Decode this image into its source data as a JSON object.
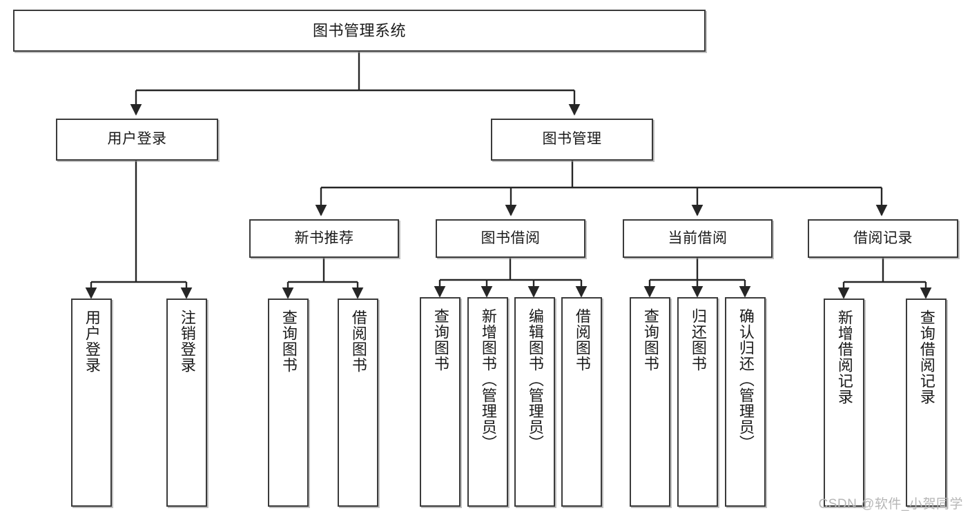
{
  "diagram": {
    "title": "图书管理系统",
    "type": "tree-hierarchy",
    "root": {
      "label": "图书管理系统"
    },
    "level2": [
      {
        "label": "用户登录"
      },
      {
        "label": "图书管理"
      }
    ],
    "level3": [
      {
        "label": "新书推荐"
      },
      {
        "label": "图书借阅"
      },
      {
        "label": "当前借阅"
      },
      {
        "label": "借阅记录"
      }
    ],
    "leaves": {
      "user_login": [
        {
          "label": "用户登录"
        },
        {
          "label": "注销登录"
        }
      ],
      "new_book_recommend": [
        {
          "label": "查询图书"
        },
        {
          "label": "借阅图书"
        }
      ],
      "book_borrow": [
        {
          "label": "查询图书"
        },
        {
          "label": "新增图书（管理员）"
        },
        {
          "label": "编辑图书（管理员）"
        },
        {
          "label": "借阅图书"
        }
      ],
      "current_borrow": [
        {
          "label": "查询图书"
        },
        {
          "label": "归还图书"
        },
        {
          "label": "确认归还（管理员）"
        }
      ],
      "borrow_record": [
        {
          "label": "新增借阅记录"
        },
        {
          "label": "查询借阅记录"
        }
      ]
    }
  },
  "watermark": {
    "text": "CSDN @软件_小贺同学"
  },
  "colors": {
    "box_border": "#3a3a3a",
    "box_fill": "#ffffff",
    "connector": "#262626",
    "text": "#1a1a1a",
    "watermark": "#b6b6b6",
    "page_background": "#ffffff"
  }
}
